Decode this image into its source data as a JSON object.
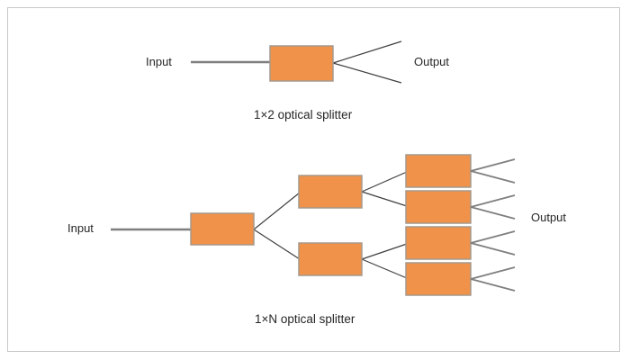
{
  "colors": {
    "splitter_fill": "#F09249",
    "splitter_border": "#A6998C",
    "input_line": "#7f7f7f",
    "connector_line": "#3f3f3f",
    "fan_line": "#7f7f7f",
    "frame_border": "#c9c9c9",
    "text": "#262626"
  },
  "splitter_1x2": {
    "input_label": "Input",
    "output_label": "Output",
    "caption": "1×2 optical splitter"
  },
  "splitter_1xn": {
    "input_label": "Input",
    "output_label": "Output",
    "caption": "1×N optical splitter"
  }
}
